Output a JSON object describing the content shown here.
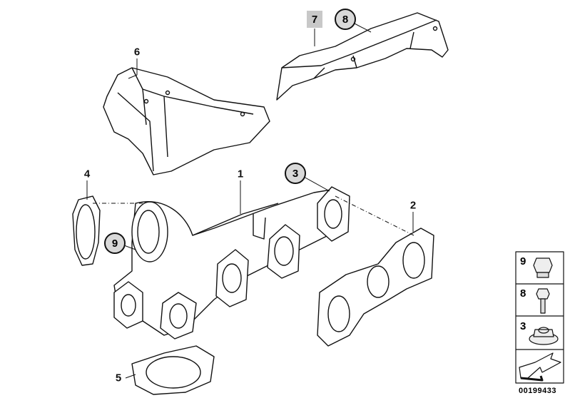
{
  "diagram_id": "00199433",
  "callouts": {
    "p1": "1",
    "p2": "2",
    "p3": "3",
    "p4": "4",
    "p5": "5",
    "p6": "6",
    "p7": "7",
    "p8": "8",
    "p9": "9"
  },
  "legend": [
    {
      "number": "9",
      "icon": "flange-nut-icon"
    },
    {
      "number": "8",
      "icon": "hex-bolt-icon"
    },
    {
      "number": "3",
      "icon": "self-locking-nut-icon"
    },
    {
      "icon": "arrow-icon"
    }
  ]
}
